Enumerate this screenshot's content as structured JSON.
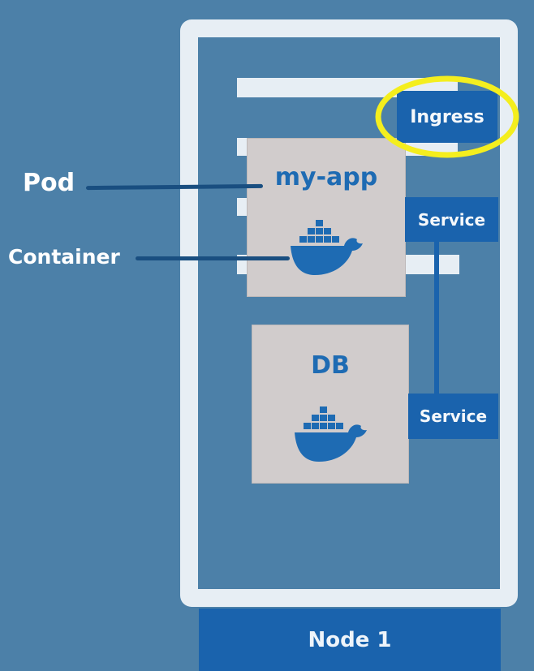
{
  "labels": {
    "pod": "Pod",
    "container": "Container"
  },
  "pods": {
    "app": {
      "title": "my-app",
      "icon": "docker-whale-icon"
    },
    "db": {
      "title": "DB",
      "icon": "docker-whale-icon"
    }
  },
  "ingress": {
    "label": "Ingress",
    "highlight_color": "#f4ee1e"
  },
  "services": {
    "app_service": "Service",
    "db_service": "Service"
  },
  "node": {
    "label": "Node 1"
  },
  "colors": {
    "background": "#4c80a8",
    "frame": "#e7eef4",
    "pod_fill": "#d1cccc",
    "service_fill": "#1a63ad",
    "docker_blue": "#1e6bb3"
  }
}
